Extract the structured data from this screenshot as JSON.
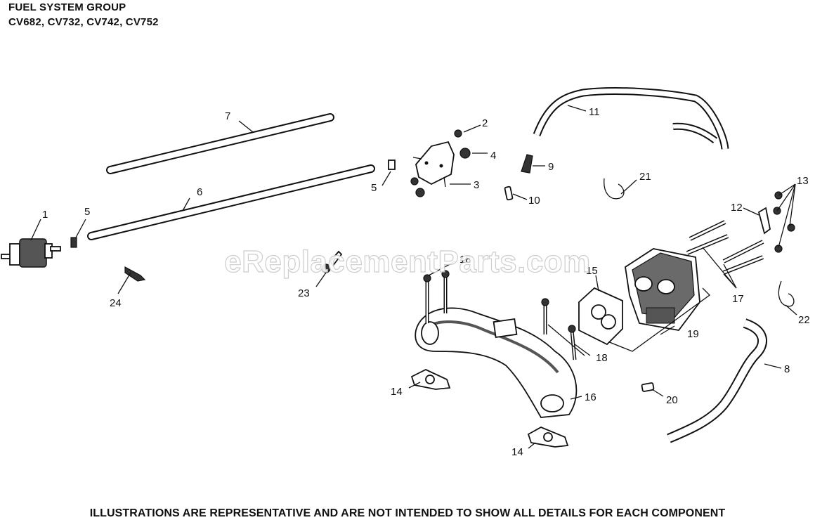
{
  "header": {
    "title": "FUEL SYSTEM GROUP",
    "models": "CV682, CV732, CV742, CV752"
  },
  "watermark": "eReplacementParts.com",
  "footer": "ILLUSTRATIONS ARE REPRESENTATIVE AND ARE NOT INTENDED TO SHOW ALL DETAILS FOR EACH COMPONENT",
  "callouts": [
    "1",
    "2",
    "3",
    "4",
    "5",
    "5",
    "6",
    "7",
    "8",
    "9",
    "10",
    "11",
    "12",
    "13",
    "14",
    "14",
    "15",
    "16",
    "17",
    "18",
    "18",
    "19",
    "20",
    "21",
    "22",
    "23",
    "24"
  ]
}
